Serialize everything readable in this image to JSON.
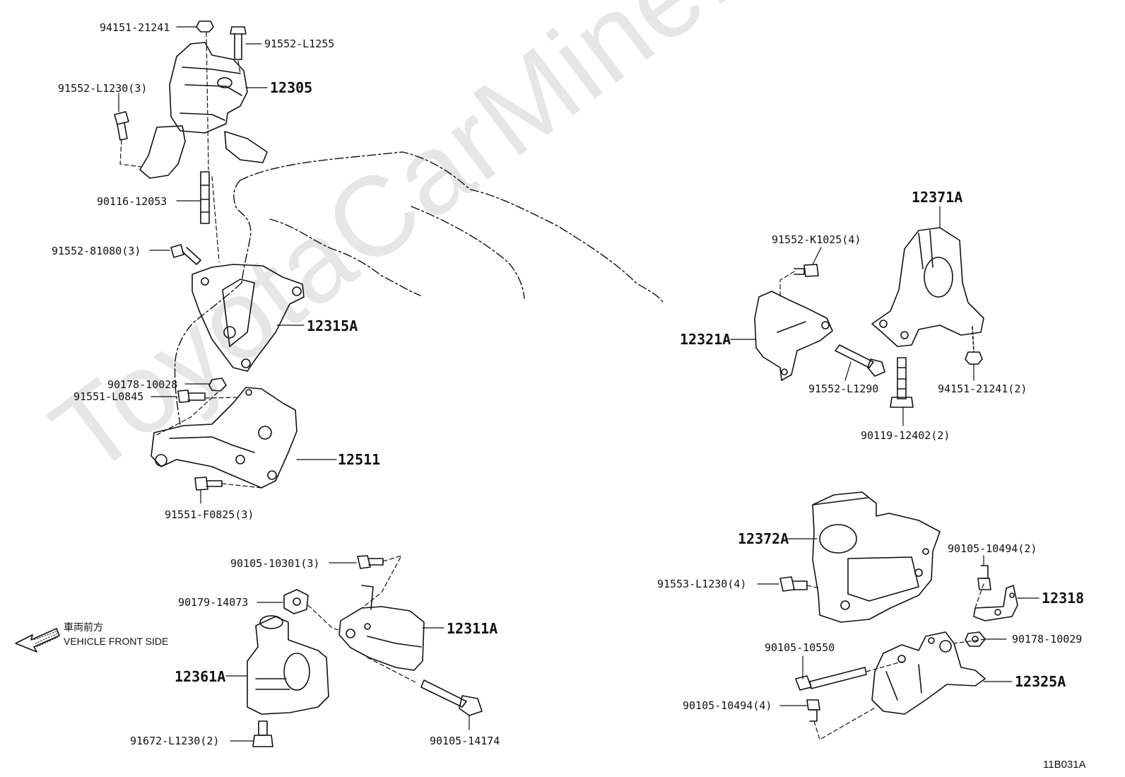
{
  "watermark": "ToyotaCarMine.ru",
  "figure_id": "11B031A",
  "direction": {
    "japanese": "車両前方",
    "english": "VEHICLE FRONT SIDE",
    "icon": "arrow-left-icon"
  },
  "parts": {
    "p94151_21241": "94151-21241",
    "p91552_L1255": "91552-L1255",
    "p91552_L1230_3": "91552-L1230(3)",
    "p12305": "12305",
    "p90116_12053": "90116-12053",
    "p91552_81080_3": "91552-81080(3)",
    "p12315A": "12315A",
    "p90178_10028": "90178-10028",
    "p91551_L0845": "91551-L0845",
    "p12511": "12511",
    "p91551_F0825_3": "91551-F0825(3)",
    "p90105_10301_3": "90105-10301(3)",
    "p90179_14073": "90179-14073",
    "p12311A": "12311A",
    "p12361A": "12361A",
    "p91672_L1230_2": "91672-L1230(2)",
    "p90105_14174": "90105-14174",
    "p12371A": "12371A",
    "p91552_K1025_4": "91552-K1025(4)",
    "p12321A": "12321A",
    "p91552_L1290": "91552-L1290",
    "p94151_21241_2": "94151-21241(2)",
    "p90119_12402_2": "90119-12402(2)",
    "p12372A": "12372A",
    "p90105_10494_2": "90105-10494(2)",
    "p91553_L1230_4": "91553-L1230(4)",
    "p12318": "12318",
    "p90105_10550": "90105-10550",
    "p90178_10029": "90178-10029",
    "p12325A": "12325A",
    "p90105_10494_4": "90105-10494(4)"
  }
}
